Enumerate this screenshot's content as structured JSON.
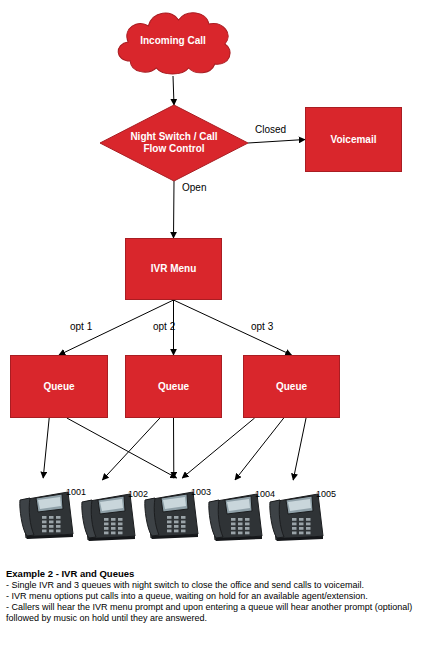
{
  "diagram": {
    "title": "Example 2 - IVR and Queues",
    "nodes": [
      {
        "text": [
          "Incoming Call"
        ]
      },
      {
        "text": [
          "Night Switch / Call Flow Control"
        ]
      },
      {
        "text": [
          "Voicemail"
        ]
      },
      {
        "text": [
          "IVR Menu"
        ]
      },
      {
        "text": [
          "Queue"
        ]
      },
      {
        "text": [
          "Queue"
        ]
      },
      {
        "text": [
          "Queue"
        ]
      },
      {
        "text": [
          "1001"
        ]
      },
      {
        "text": [
          "1002"
        ]
      },
      {
        "text": [
          "1003"
        ]
      },
      {
        "text": [
          "1004"
        ]
      },
      {
        "text": [
          "1005"
        ]
      }
    ],
    "edges": [
      {
        "from": 0,
        "to": 1,
        "arrow": "to"
      },
      {
        "from": 1,
        "to": 2,
        "label": "Closed",
        "arrow": "to"
      },
      {
        "from": 1,
        "to": 3,
        "label": "Open",
        "arrow": "to"
      },
      {
        "from": 3,
        "to": 4,
        "label": "opt 1",
        "arrow": "to"
      },
      {
        "from": 3,
        "to": 5,
        "label": "opt 2",
        "arrow": "to"
      },
      {
        "from": 3,
        "to": 6,
        "label": "opt 3",
        "arrow": "to"
      },
      {
        "from": 4,
        "to": 7,
        "arrow": "to"
      },
      {
        "from": 4,
        "to": 9,
        "arrow": "to"
      },
      {
        "from": 5,
        "to": 8,
        "arrow": "to"
      },
      {
        "from": 5,
        "to": 9,
        "arrow": "to"
      },
      {
        "from": 6,
        "to": 9,
        "arrow": "to"
      },
      {
        "from": 6,
        "to": 10,
        "arrow": "to"
      },
      {
        "from": 6,
        "to": 11,
        "arrow": "to"
      }
    ],
    "labels": [
      "- Single IVR and 3 queues with night switch to close the office and send calls to voicemail.",
      "- IVR menu options put calls into a queue, waiting on hold for an available agent/extension.",
      "- Callers will hear the IVR menu prompt and upon entering a queue will hear another prompt (optional) followed by music on hold until they are answered."
    ]
  }
}
